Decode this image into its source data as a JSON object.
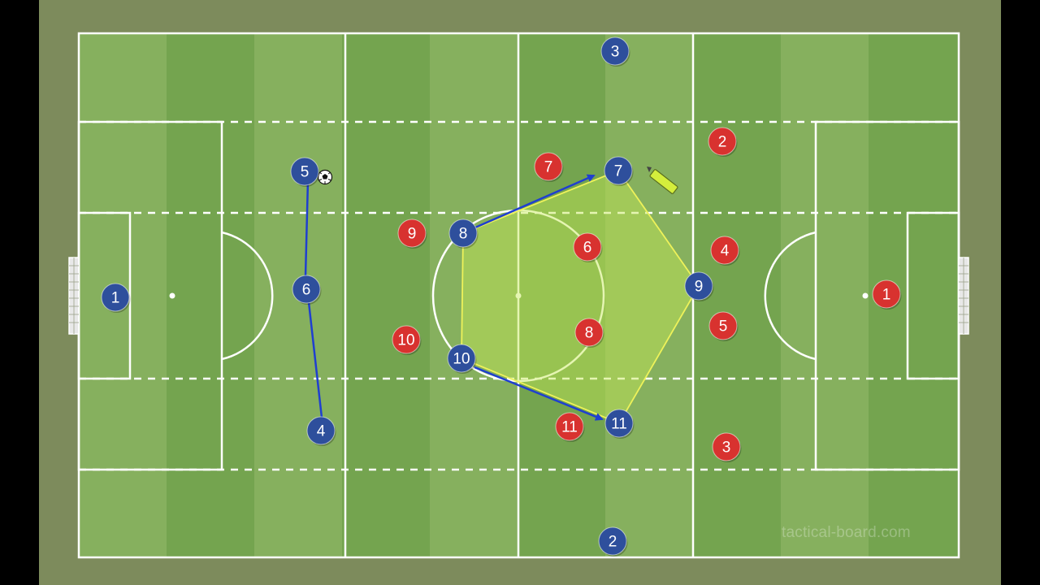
{
  "colors": {
    "frame": "#7d8b5c",
    "stripe_light": "#86b05e",
    "stripe_dark": "#74a44f",
    "line": "#ffffff",
    "team_blue": "#2e4f9c",
    "team_red": "#d8322f",
    "arrow": "#1f3fd0",
    "shape_fill": "#c5e855",
    "shape_stroke": "#eef25a"
  },
  "watermark": "tactical-board.com",
  "blue_players": [
    {
      "label": "1"
    },
    {
      "label": "5"
    },
    {
      "label": "6"
    },
    {
      "label": "4"
    },
    {
      "label": "3"
    },
    {
      "label": "8"
    },
    {
      "label": "7"
    },
    {
      "label": "10"
    },
    {
      "label": "11"
    },
    {
      "label": "9"
    },
    {
      "label": "2"
    }
  ],
  "red_players": [
    {
      "label": "7"
    },
    {
      "label": "9"
    },
    {
      "label": "6"
    },
    {
      "label": "10"
    },
    {
      "label": "8"
    },
    {
      "label": "11"
    },
    {
      "label": "2"
    },
    {
      "label": "4"
    },
    {
      "label": "5"
    },
    {
      "label": "3"
    },
    {
      "label": "1"
    }
  ],
  "icons": [
    "soccer-ball-icon",
    "pencil-icon"
  ]
}
